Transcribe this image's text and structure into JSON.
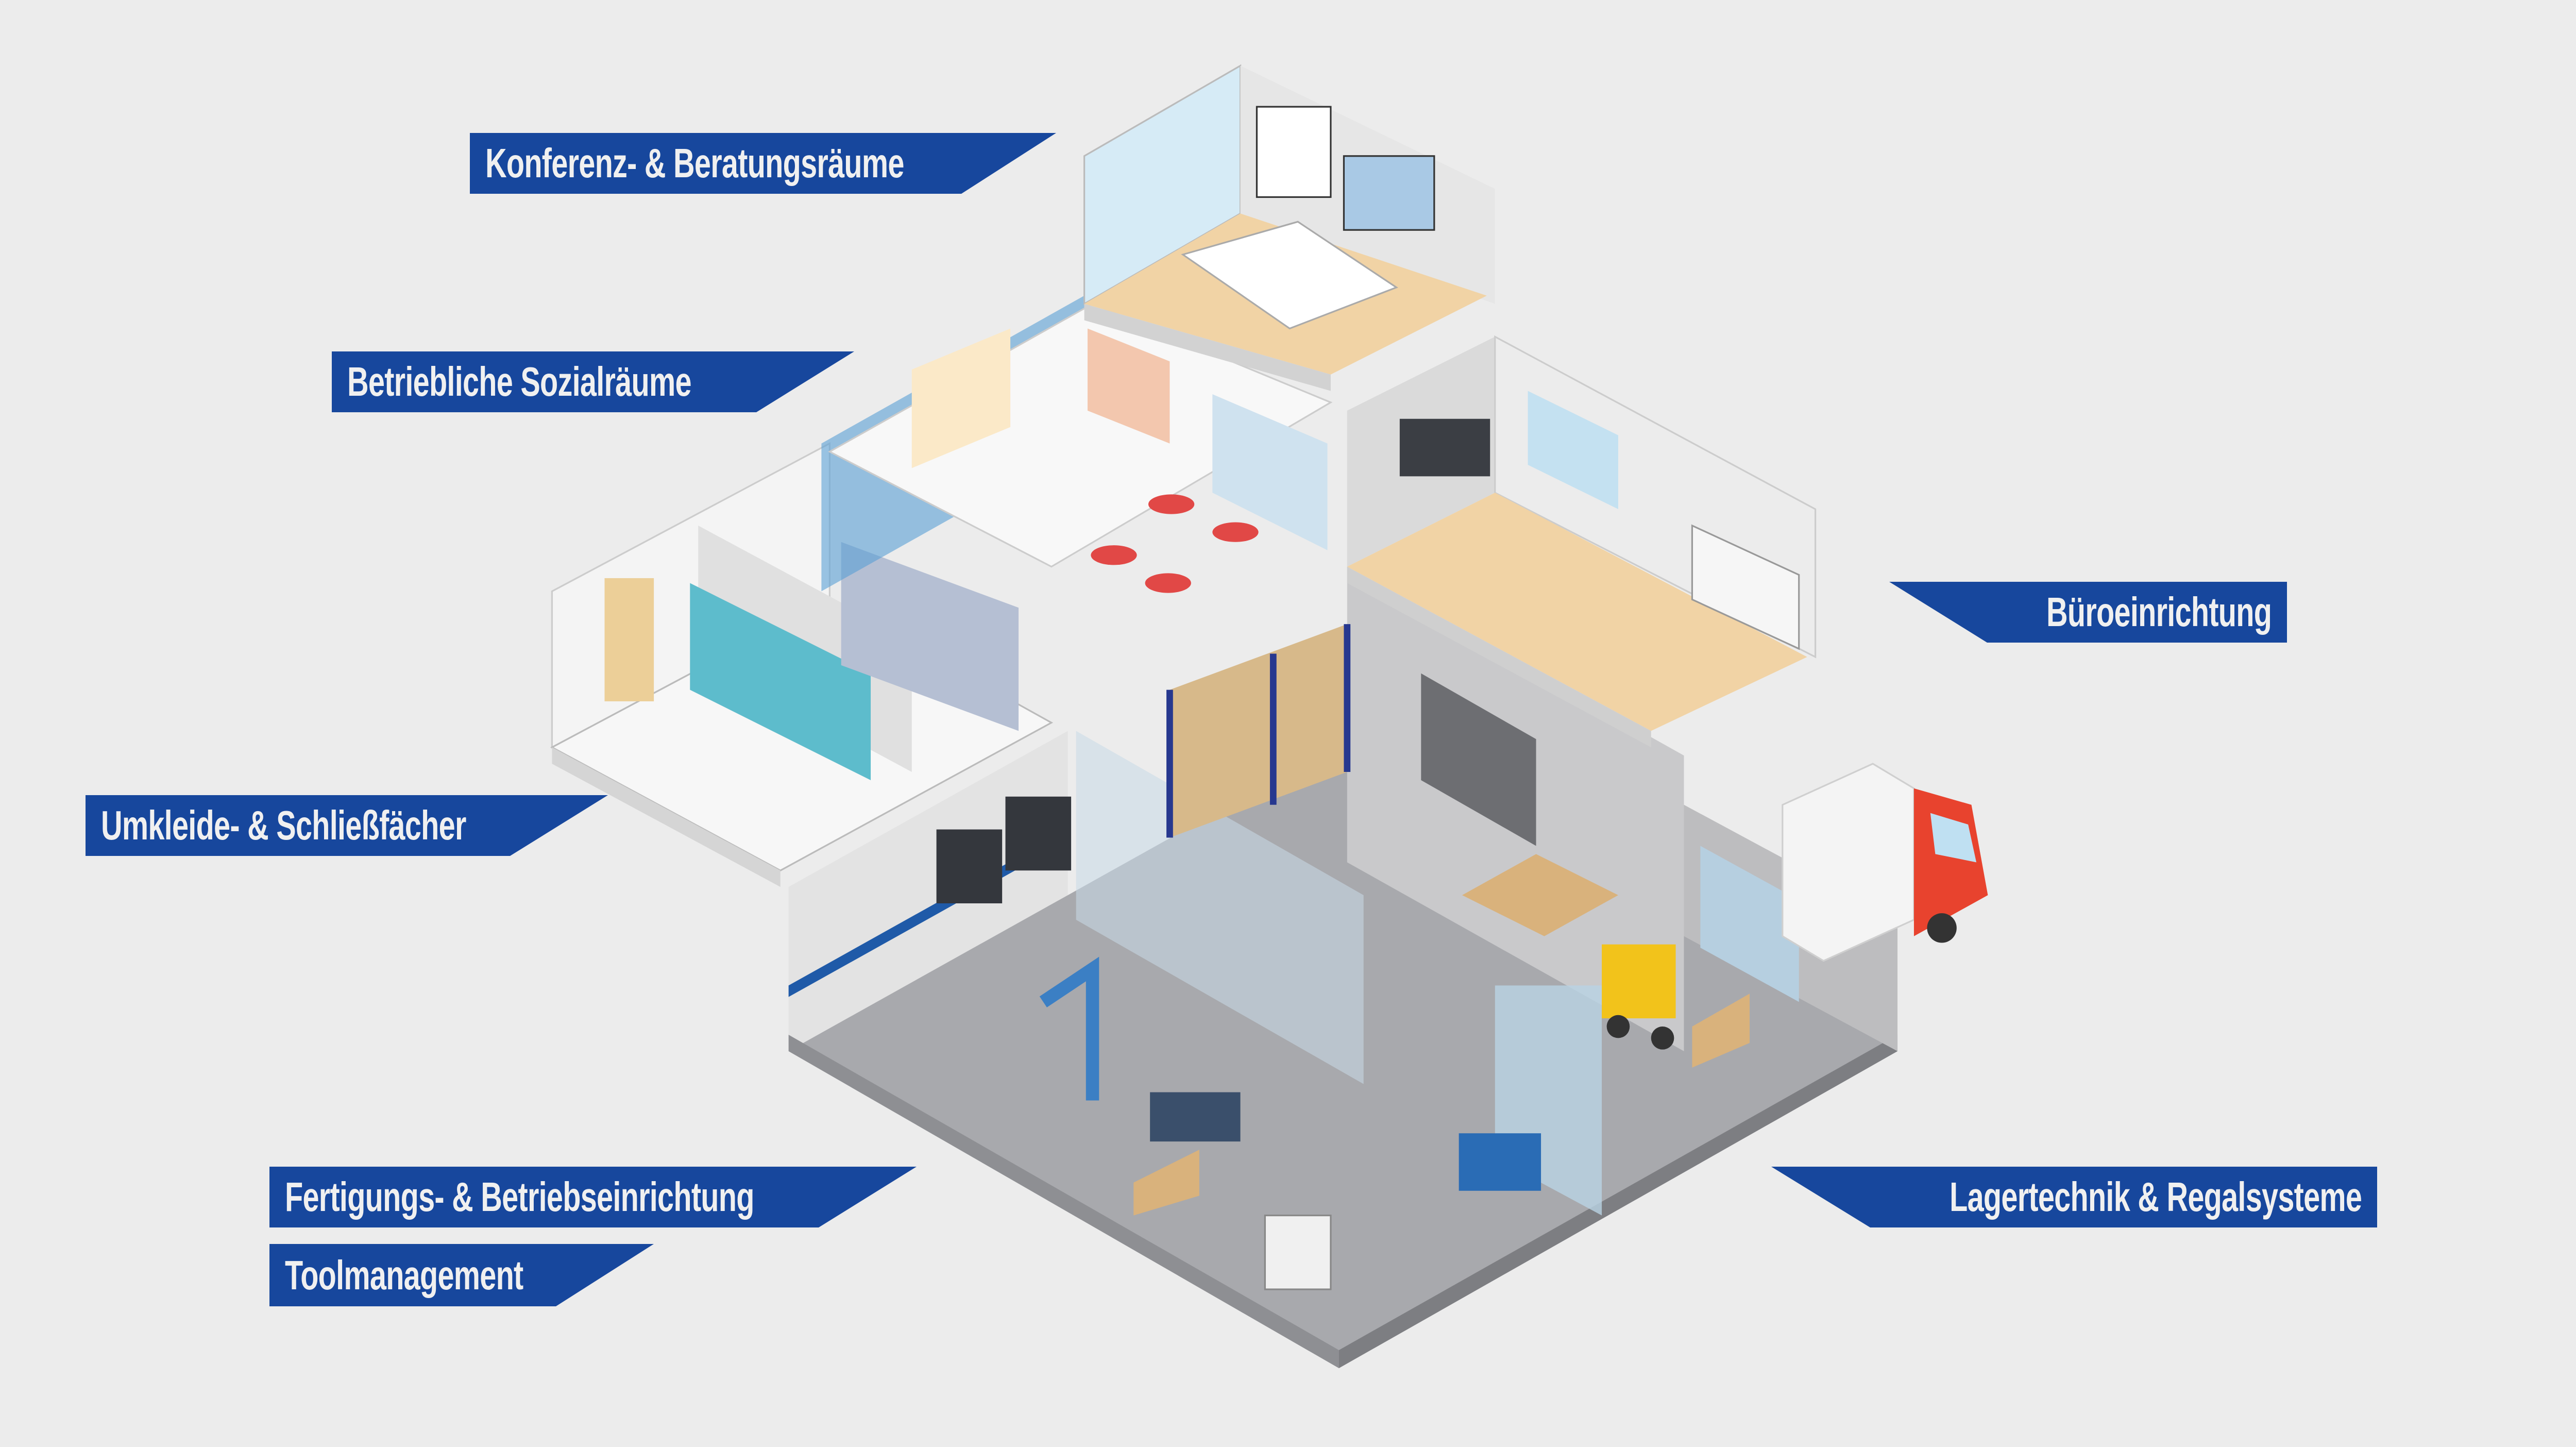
{
  "labels": {
    "conference": "Konferenz- & Beratungsräume",
    "social": "Betriebliche Sozialräume",
    "office": "Büroeinrichtung",
    "lockers": "Umkleide- & Schließfächer",
    "production": "Fertigungs- & Betriebseinrichtung",
    "tools": "Toolmanagement",
    "warehouse": "Lagertechnik & Regalsysteme"
  },
  "colors": {
    "background": "#ececec",
    "label_bg": "#17479d",
    "label_text": "#f0f0f0",
    "wood_floor": "#f1d3a5",
    "factory_floor": "#a8a9ad",
    "truck_red": "#e8432e"
  }
}
